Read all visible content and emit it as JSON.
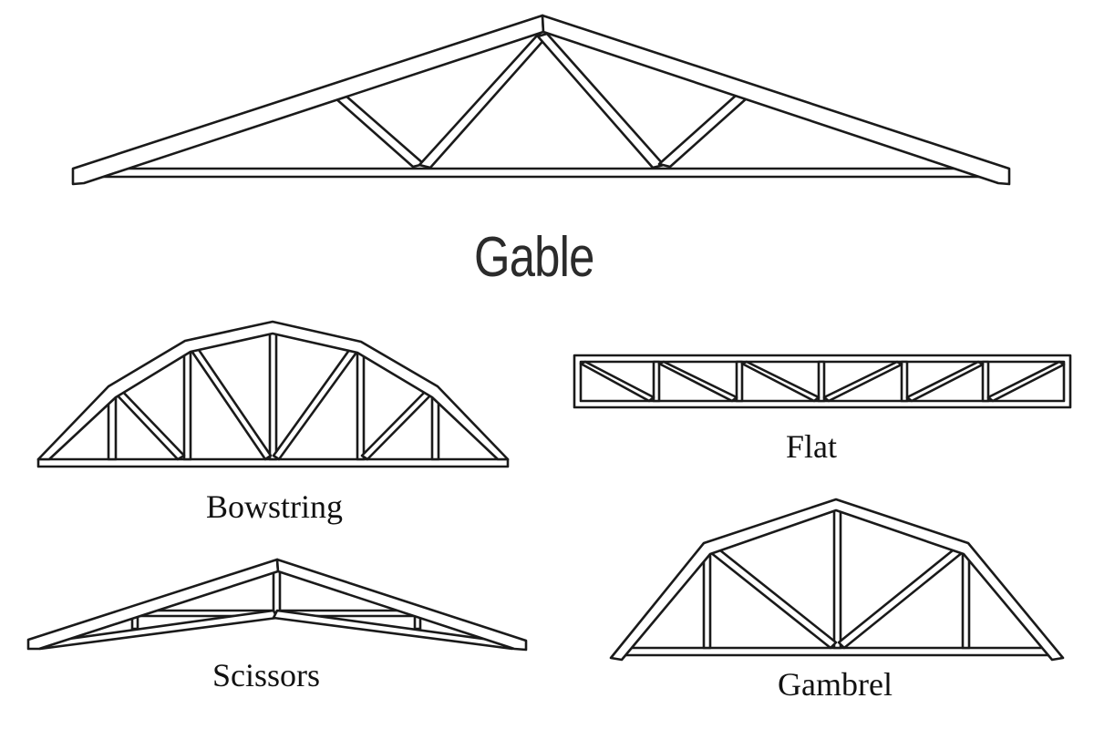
{
  "labels": {
    "gable": "Gable",
    "bowstring": "Bowstring",
    "flat": "Flat",
    "scissors": "Scissors",
    "gambrel": "Gambrel"
  },
  "colors": {
    "line": "#1a1a1a",
    "fill": "#ffffff",
    "text": "#2b2b2b"
  }
}
